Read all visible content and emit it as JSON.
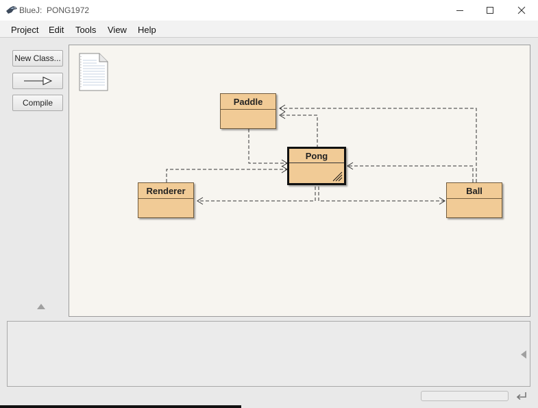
{
  "window": {
    "app_name": "BlueJ:",
    "project_name": "PONG1972",
    "title": "BlueJ:  PONG1972"
  },
  "menu": {
    "items": [
      "Project",
      "Edit",
      "Tools",
      "View",
      "Help"
    ]
  },
  "tools": {
    "new_class_label": "New Class...",
    "inherit_arrow_icon": "arrow-right-icon",
    "compile_label": "Compile"
  },
  "diagram": {
    "readme_icon": "readme-document-icon",
    "classes": [
      {
        "name": "Paddle",
        "selected": false
      },
      {
        "name": "Pong",
        "selected": true
      },
      {
        "name": "Renderer",
        "selected": false
      },
      {
        "name": "Ball",
        "selected": false
      }
    ],
    "dependencies": [
      {
        "from": "Pong",
        "to": "Paddle"
      },
      {
        "from": "Ball",
        "to": "Paddle"
      },
      {
        "from": "Paddle",
        "to": "Pong"
      },
      {
        "from": "Renderer",
        "to": "Pong"
      },
      {
        "from": "Ball",
        "to": "Pong"
      },
      {
        "from": "Pong",
        "to": "Renderer"
      },
      {
        "from": "Pong",
        "to": "Ball"
      }
    ]
  },
  "colors": {
    "class_fill": "#f1cb96",
    "class_border": "#6f5a3c",
    "canvas_bg": "#f7f5f0",
    "window_bg": "#e9e9e9"
  }
}
